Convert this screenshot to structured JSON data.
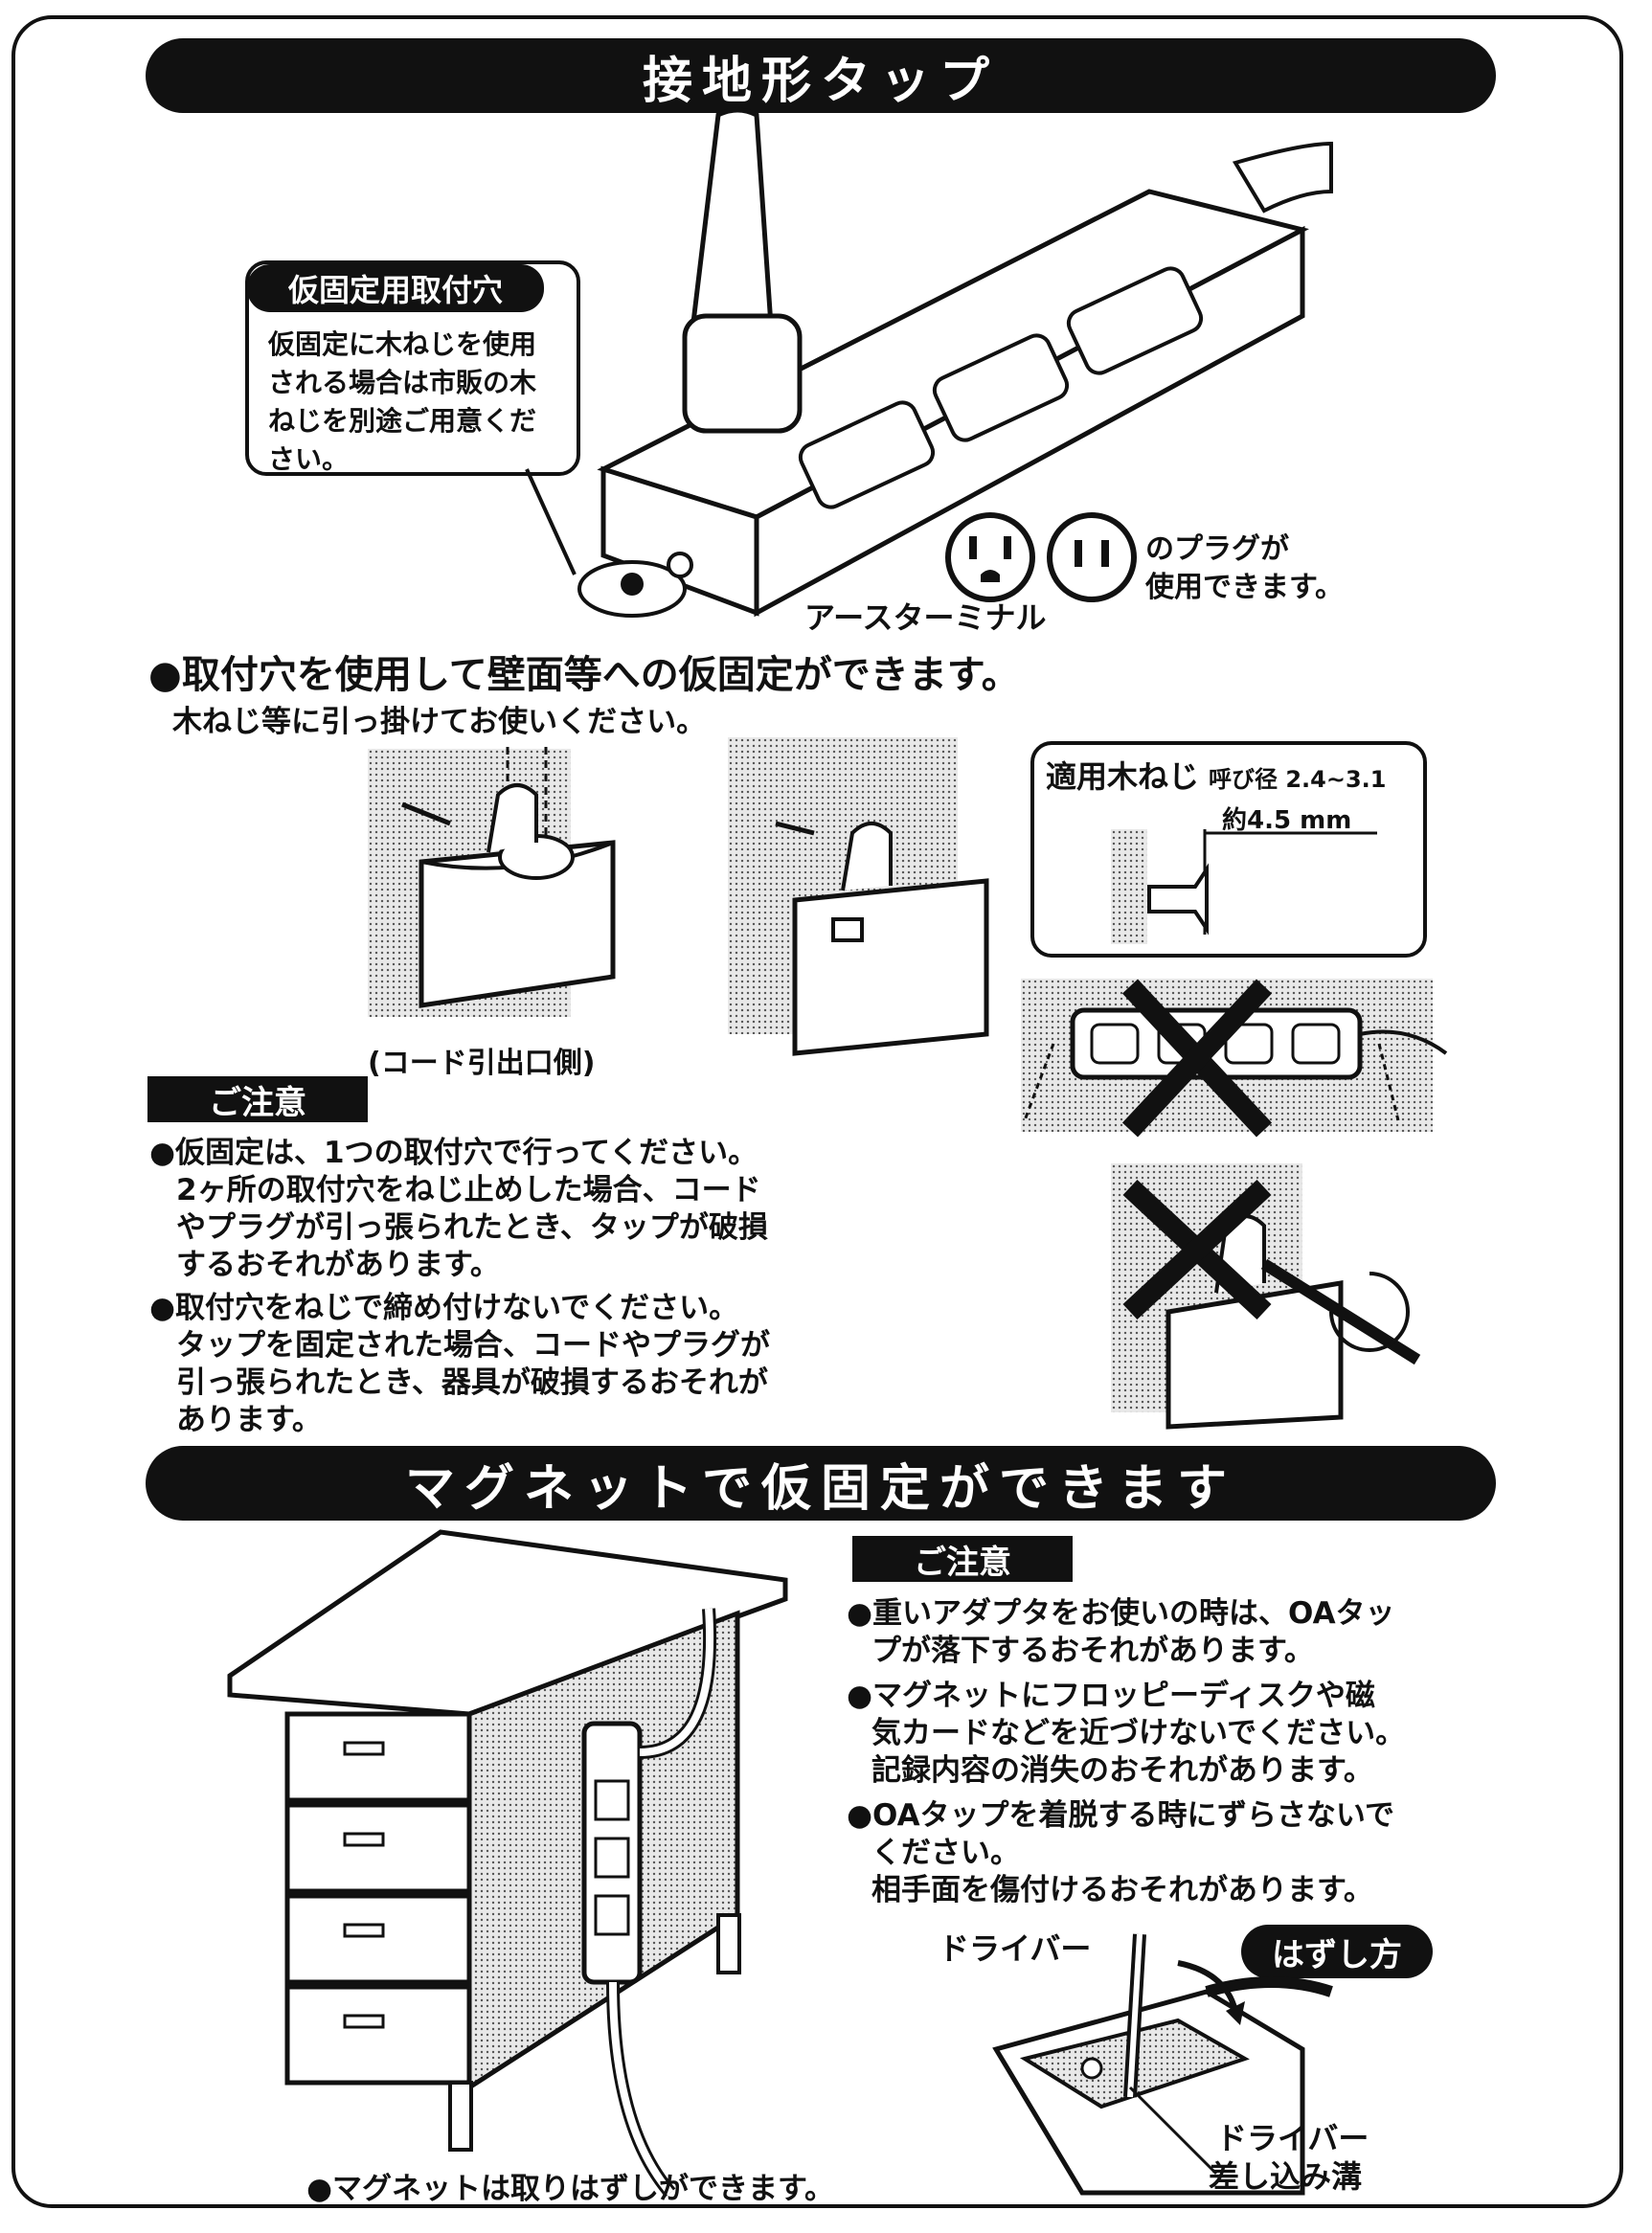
{
  "section1": {
    "title": "接地形タップ",
    "mount_hole_label": "仮固定用取付穴",
    "mount_hole_text": [
      "仮固定に木ねじを使用",
      "される場合は市販の木",
      "ねじを別途ご用意くだ",
      "さい。"
    ],
    "plug_note": [
      "のプラグが",
      "使用できます。"
    ],
    "earth_terminal": "アースターミナル",
    "heading": "●取付穴を使用して壁面等への仮固定ができます。",
    "subheading": "木ねじ等に引っ掛けてお使いください。",
    "screw_label": "適用木ねじ",
    "screw_size": "呼び径 2.4~3.1",
    "screw_depth": "約4.5 mm",
    "cord_side": "(コード引出口側)",
    "caution_label": "ご注意",
    "caution_lines": [
      "●仮固定は、1つの取付穴で行ってください。",
      "2ヶ所の取付穴をねじ止めした場合、コード",
      "やプラグが引っ張られたとき、タップが破損",
      "するおそれがあります。",
      "●取付穴をねじで締め付けないでください。",
      "タップを固定された場合、コードやプラグが",
      "引っ張られたとき、器具が破損するおそれが",
      "あります。"
    ]
  },
  "section2": {
    "title": "マグネットで仮固定ができます",
    "caution_label": "ご注意",
    "caution_lines": [
      "●重いアダプタをお使いの時は、OAタッ",
      "プが落下するおそれがあります。",
      "●マグネットにフロッピーディスクや磁",
      "気カードなどを近づけないでください。",
      "記録内容の消失のおそれがあります。",
      "●OAタップを着脱する時にずらさないで",
      "ください。",
      "相手面を傷付けるおそれがあります。"
    ],
    "driver_label": "ドライバー",
    "remove_label": "はずし方",
    "slot_label": [
      "ドライバー",
      "差し込み溝"
    ],
    "magnet_note": "●マグネットは取りはずしができます。"
  },
  "colors": {
    "ink": "#111111",
    "paper": "#ffffff",
    "shade": "#e8e8e8"
  }
}
